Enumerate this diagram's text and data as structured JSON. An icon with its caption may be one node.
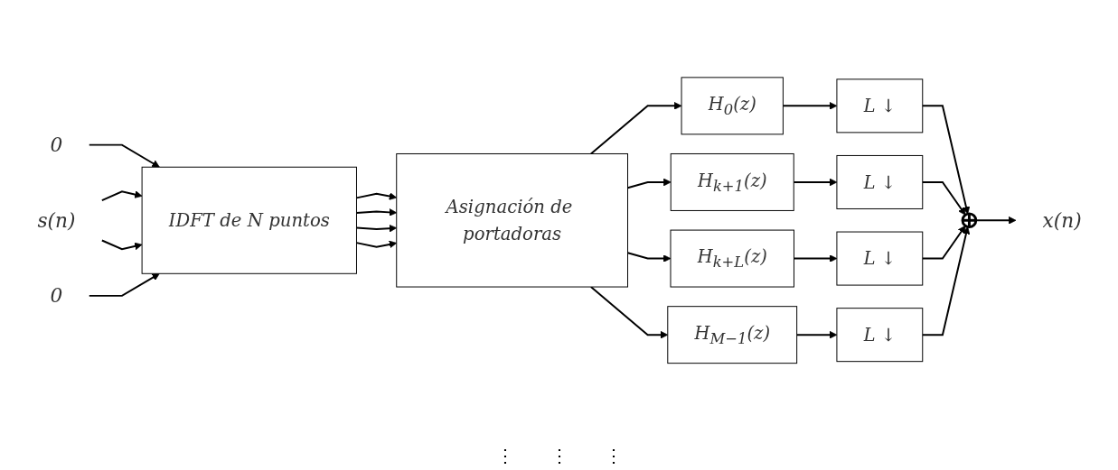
{
  "diagram": {
    "nodes": [
      {
        "text": [
          "0"
        ]
      },
      {
        "text": [
          "s(n)"
        ]
      },
      {
        "text": [
          "0"
        ]
      },
      {
        "text": [
          "IDFT de N puntos"
        ]
      },
      {
        "text": [
          "Asignación de portadoras"
        ]
      },
      {
        "text": [
          "H$_{0}$(z)"
        ]
      },
      {
        "text": [
          "H$_{k+1}$(z)"
        ]
      },
      {
        "text": [
          "H$_{k+L}$(z)"
        ]
      },
      {
        "text": [
          "H$_{M−1}$(z)"
        ]
      },
      {
        "text": [
          "L ↓"
        ]
      },
      {
        "text": [
          "L ↓"
        ]
      },
      {
        "text": [
          "L ↓"
        ]
      },
      {
        "text": [
          "L ↓"
        ]
      },
      {
        "text": [],
        "shape": "circle"
      },
      {
        "text": [
          "x(n)"
        ]
      }
    ],
    "edges": [
      {
        "from": 0,
        "to": 3,
        "arrow": "to"
      },
      {
        "from": 1,
        "to": 3,
        "arrow": "to"
      },
      {
        "from": 1,
        "to": 3,
        "arrow": "to"
      },
      {
        "from": 2,
        "to": 3,
        "arrow": "to"
      },
      {
        "from": 3,
        "to": 4,
        "arrow": "to"
      },
      {
        "from": 3,
        "to": 4,
        "arrow": "to"
      },
      {
        "from": 3,
        "to": 4,
        "arrow": "to"
      },
      {
        "from": 3,
        "to": 4,
        "arrow": "to"
      },
      {
        "from": 4,
        "to": 5,
        "arrow": "to"
      },
      {
        "from": 4,
        "to": 6,
        "arrow": "to"
      },
      {
        "from": 4,
        "to": 7,
        "arrow": "to"
      },
      {
        "from": 4,
        "to": 8,
        "arrow": "to"
      },
      {
        "from": 5,
        "to": 9,
        "arrow": "to"
      },
      {
        "from": 6,
        "to": 10,
        "arrow": "to"
      },
      {
        "from": 7,
        "to": 11,
        "arrow": "to"
      },
      {
        "from": 8,
        "to": 12,
        "arrow": "to"
      },
      {
        "from": 9,
        "to": 13,
        "arrow": "to"
      },
      {
        "from": 10,
        "to": 13,
        "arrow": "to"
      },
      {
        "from": 11,
        "to": 13,
        "arrow": "to"
      },
      {
        "from": 12,
        "to": 13,
        "arrow": "to"
      },
      {
        "from": 13,
        "to": 14,
        "arrow": "to"
      }
    ],
    "labels": [
      "⋮",
      "⋮",
      "⋮"
    ]
  }
}
